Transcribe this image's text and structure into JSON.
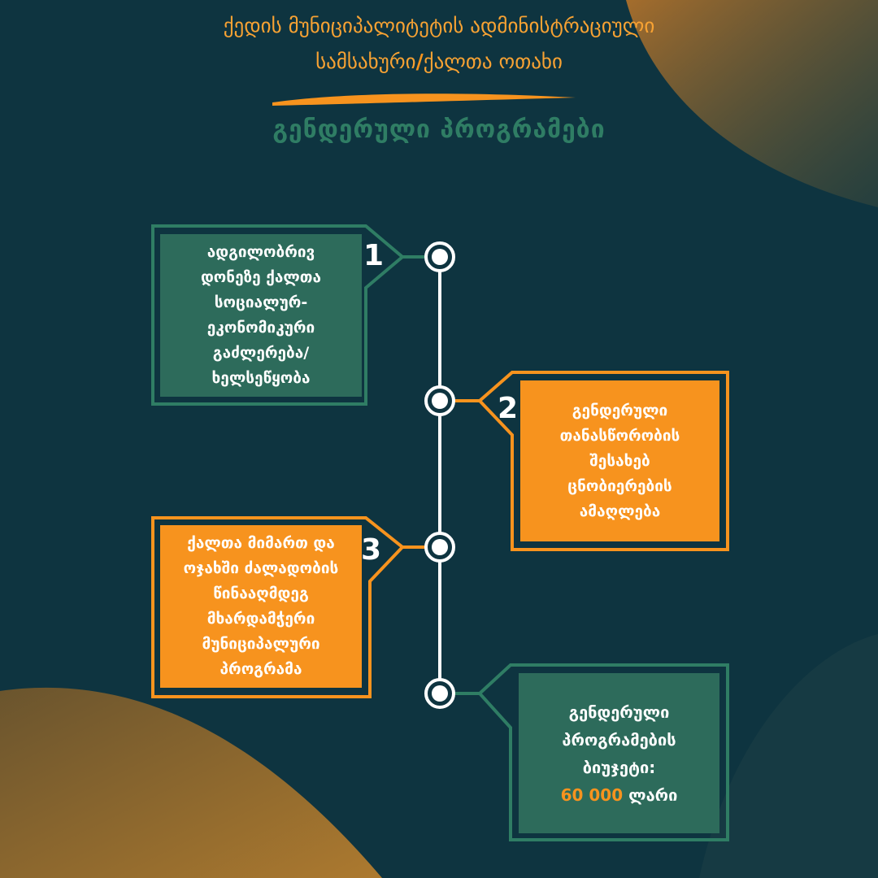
{
  "header": {
    "line1": "ქედის მუნიციპალიტეტის ადმინისტრაციული",
    "line2_part1": "სამსახური",
    "line2_slash": "/",
    "line2_part2": "ქალთა ოთახი"
  },
  "title": "გენდერული პროგრამები",
  "colors": {
    "background": "#0e3440",
    "green": "#2d6b5b",
    "orange": "#f7931e",
    "title_green": "#2f7d64"
  },
  "steps": [
    {
      "number": "1",
      "text": "ადგილობრივ დონეზე ქალთა სოციალურ-ეკონომიკური გაძლერება/ ხელსეწყობა"
    },
    {
      "number": "2",
      "text": "გენდერული თანასწორობის შესახებ ცნობიერების ამაღლება"
    },
    {
      "number": "3",
      "text": "ქალთა მიმართ და ოჯახში ძალადობის წინააღმდეგ მხარდამჭერი მუნიციპალური პროგრამა"
    }
  ],
  "budget": {
    "label": "გენდერული პროგრამების ბიუჯეტი:",
    "amount": "60 000",
    "currency": "ლარი"
  }
}
